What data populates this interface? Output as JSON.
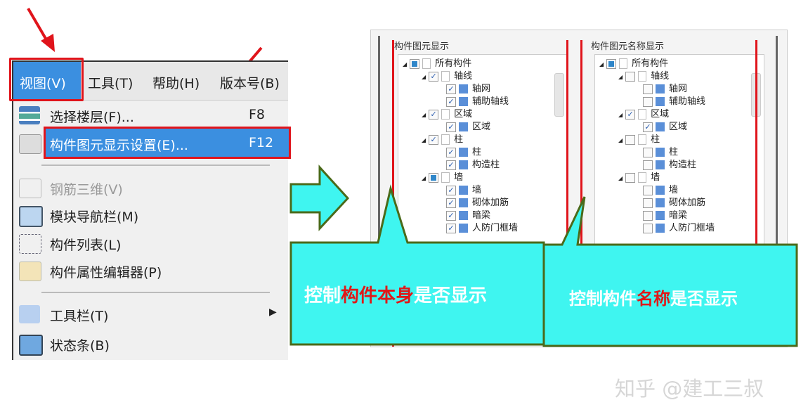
{
  "menu": {
    "bar": [
      "视图(V)",
      "工具(T)",
      "帮助(H)",
      "版本号(B)"
    ],
    "items": [
      {
        "label": "选择楼层(F)...",
        "shortcut": "F8",
        "icon": "floor-select-icon"
      },
      {
        "label": "构件图元显示设置(E)...",
        "shortcut": "F12",
        "icon": "display-settings-icon",
        "highlighted": true
      },
      {
        "label": "钢筋三维(V)",
        "icon": "rebar-3d-icon",
        "disabled": true
      },
      {
        "label": "模块导航栏(M)",
        "icon": "module-nav-icon"
      },
      {
        "label": "构件列表(L)",
        "icon": "component-list-icon"
      },
      {
        "label": "构件属性编辑器(P)",
        "icon": "property-editor-icon"
      },
      {
        "label": "工具栏(T)",
        "icon": "toolbar-icon",
        "submenu": true
      },
      {
        "label": "状态条(B)",
        "icon": "statusbar-icon"
      }
    ]
  },
  "dialog": {
    "left": {
      "title": "构件图元显示",
      "rows": [
        {
          "label": "所有构件",
          "level": 0,
          "state": "partial"
        },
        {
          "label": "轴线",
          "level": 1,
          "state": "checked"
        },
        {
          "label": "轴网",
          "level": 2,
          "state": "checked"
        },
        {
          "label": "辅助轴线",
          "level": 2,
          "state": "checked"
        },
        {
          "label": "区域",
          "level": 1,
          "state": "checked"
        },
        {
          "label": "区域",
          "level": 2,
          "state": "checked"
        },
        {
          "label": "柱",
          "level": 1,
          "state": "checked"
        },
        {
          "label": "柱",
          "level": 2,
          "state": "checked"
        },
        {
          "label": "构造柱",
          "level": 2,
          "state": "checked"
        },
        {
          "label": "墙",
          "level": 1,
          "state": "partial"
        },
        {
          "label": "墙",
          "level": 2,
          "state": "checked"
        },
        {
          "label": "砌体加筋",
          "level": 2,
          "state": "checked"
        },
        {
          "label": "暗梁",
          "level": 2,
          "state": "checked"
        },
        {
          "label": "人防门框墙",
          "level": 2,
          "state": "checked"
        }
      ]
    },
    "right": {
      "title": "构件图元名称显示",
      "rows": [
        {
          "label": "所有构件",
          "level": 0,
          "state": "partial"
        },
        {
          "label": "轴线",
          "level": 1,
          "state": "unchecked"
        },
        {
          "label": "轴网",
          "level": 2,
          "state": "unchecked"
        },
        {
          "label": "辅助轴线",
          "level": 2,
          "state": "unchecked"
        },
        {
          "label": "区域",
          "level": 1,
          "state": "checked"
        },
        {
          "label": "区域",
          "level": 2,
          "state": "checked"
        },
        {
          "label": "柱",
          "level": 1,
          "state": "unchecked"
        },
        {
          "label": "柱",
          "level": 2,
          "state": "unchecked"
        },
        {
          "label": "构造柱",
          "level": 2,
          "state": "unchecked"
        },
        {
          "label": "墙",
          "level": 1,
          "state": "unchecked"
        },
        {
          "label": "墙",
          "level": 2,
          "state": "unchecked"
        },
        {
          "label": "砌体加筋",
          "level": 2,
          "state": "unchecked"
        },
        {
          "label": "暗梁",
          "level": 2,
          "state": "unchecked"
        },
        {
          "label": "人防门框墙",
          "level": 2,
          "state": "unchecked"
        }
      ]
    }
  },
  "callouts": {
    "left": {
      "pre": "控制",
      "em": "构件本身",
      "post": "是否显示"
    },
    "right": {
      "pre": "控制构件",
      "em": "名称",
      "post": "是否显示"
    }
  },
  "watermark": "知乎 @建工三叔",
  "colors": {
    "highlight": "#3b8fe0",
    "annotation_red": "#e0141b",
    "callout_fill": "#3ff5f0",
    "callout_border": "#4a6a1a"
  }
}
